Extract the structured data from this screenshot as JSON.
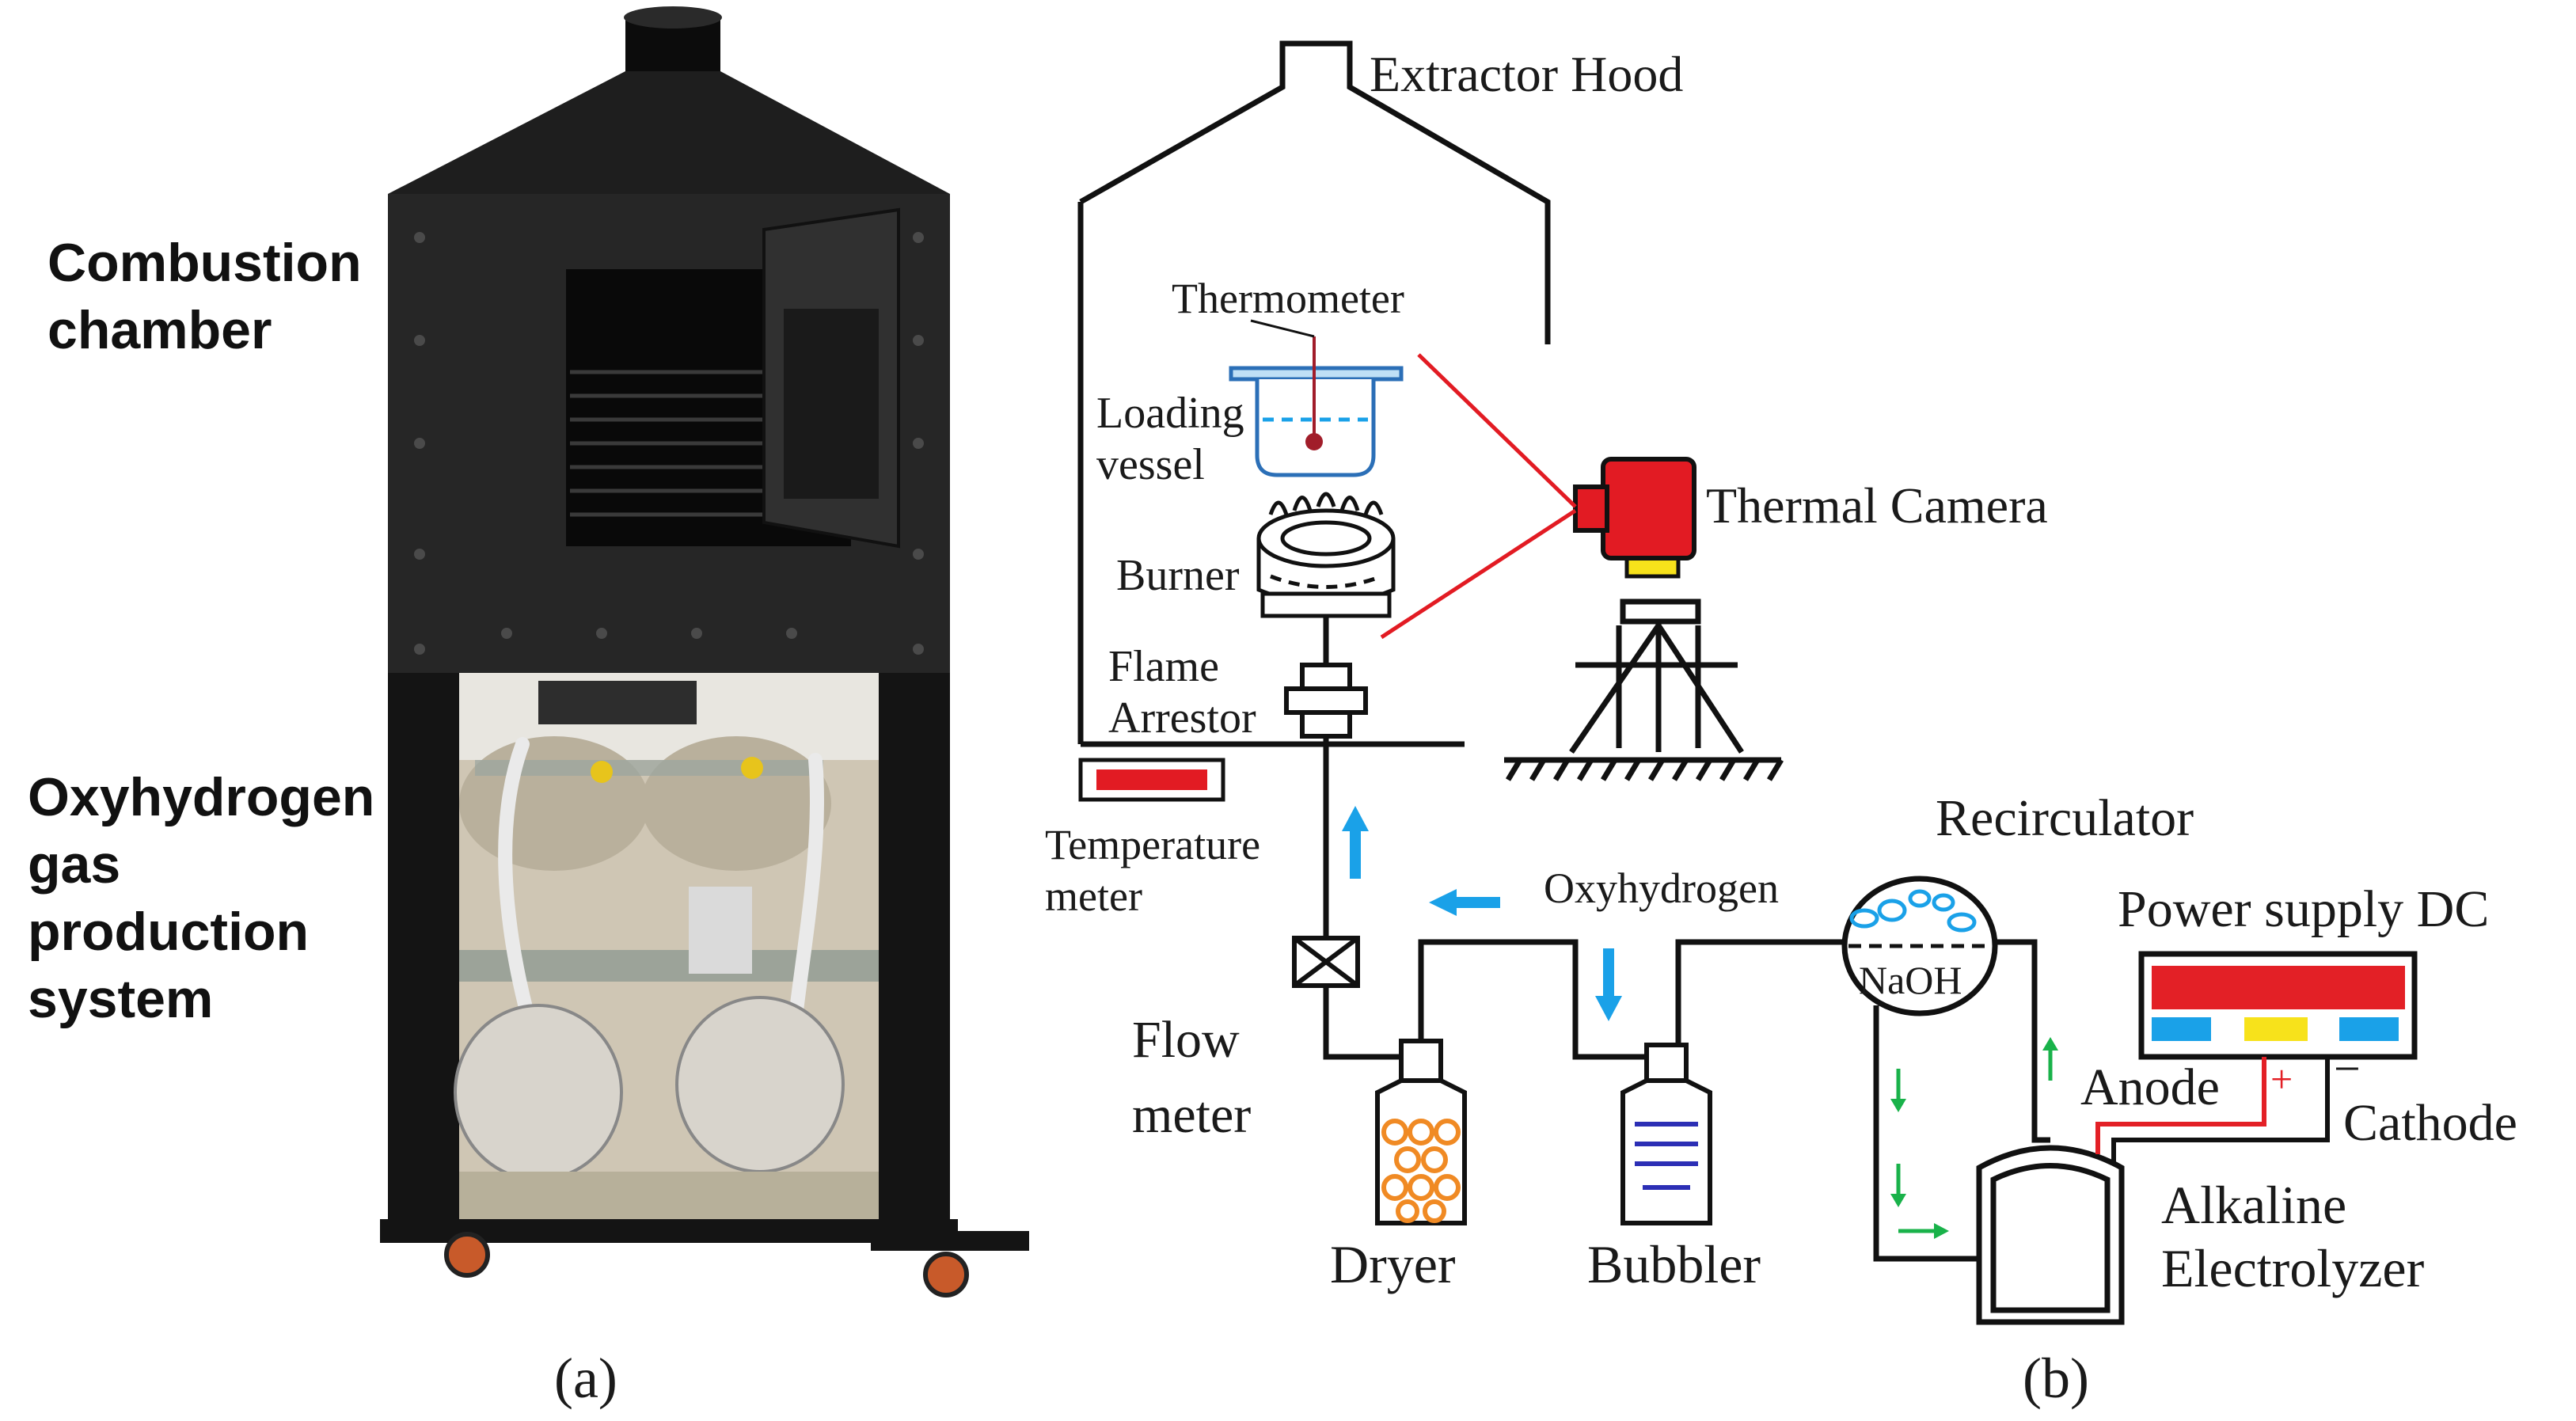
{
  "panel_a": {
    "caption": "(a)",
    "label_top": [
      "Combustion",
      "chamber"
    ],
    "label_bottom": [
      "Oxyhydrogen",
      "gas",
      "production",
      "system"
    ]
  },
  "panel_b": {
    "caption": "(b)",
    "extractor_hood": "Extractor Hood",
    "thermometer": "Thermometer",
    "loading_vessel": [
      "Loading",
      "vessel"
    ],
    "burner": "Burner",
    "flame_arrestor": [
      "Flame",
      "Arrestor"
    ],
    "temperature_meter": [
      "Temperature",
      "meter"
    ],
    "thermal_camera": "Thermal Camera",
    "flow_meter": [
      "Flow",
      "meter"
    ],
    "dryer": "Dryer",
    "bubbler": "Bubbler",
    "oxyhydrogen": "Oxyhydrogen",
    "recirculator": "Recirculator",
    "naoh": "NaOH",
    "power_supply": "Power supply DC",
    "anode": "Anode",
    "cathode": "Cathode",
    "plus_sign": "+",
    "minus_sign": "−",
    "electrolyzer": [
      "Alkaline",
      "Electrolyzer"
    ]
  },
  "colors": {
    "line": "#111111",
    "flow_arrow": "#1aa1e8",
    "liquid_arrow": "#19b24a",
    "camera": "#e21b23",
    "camera_lens": "#f7e21b",
    "dryer_beads": "#f08a24",
    "bubbler_water": "#2c2fb5",
    "power_red": "#e32026",
    "power_blue": "#1aa1e8",
    "power_yellow": "#f7e21b",
    "sight_line": "#e21b23"
  }
}
